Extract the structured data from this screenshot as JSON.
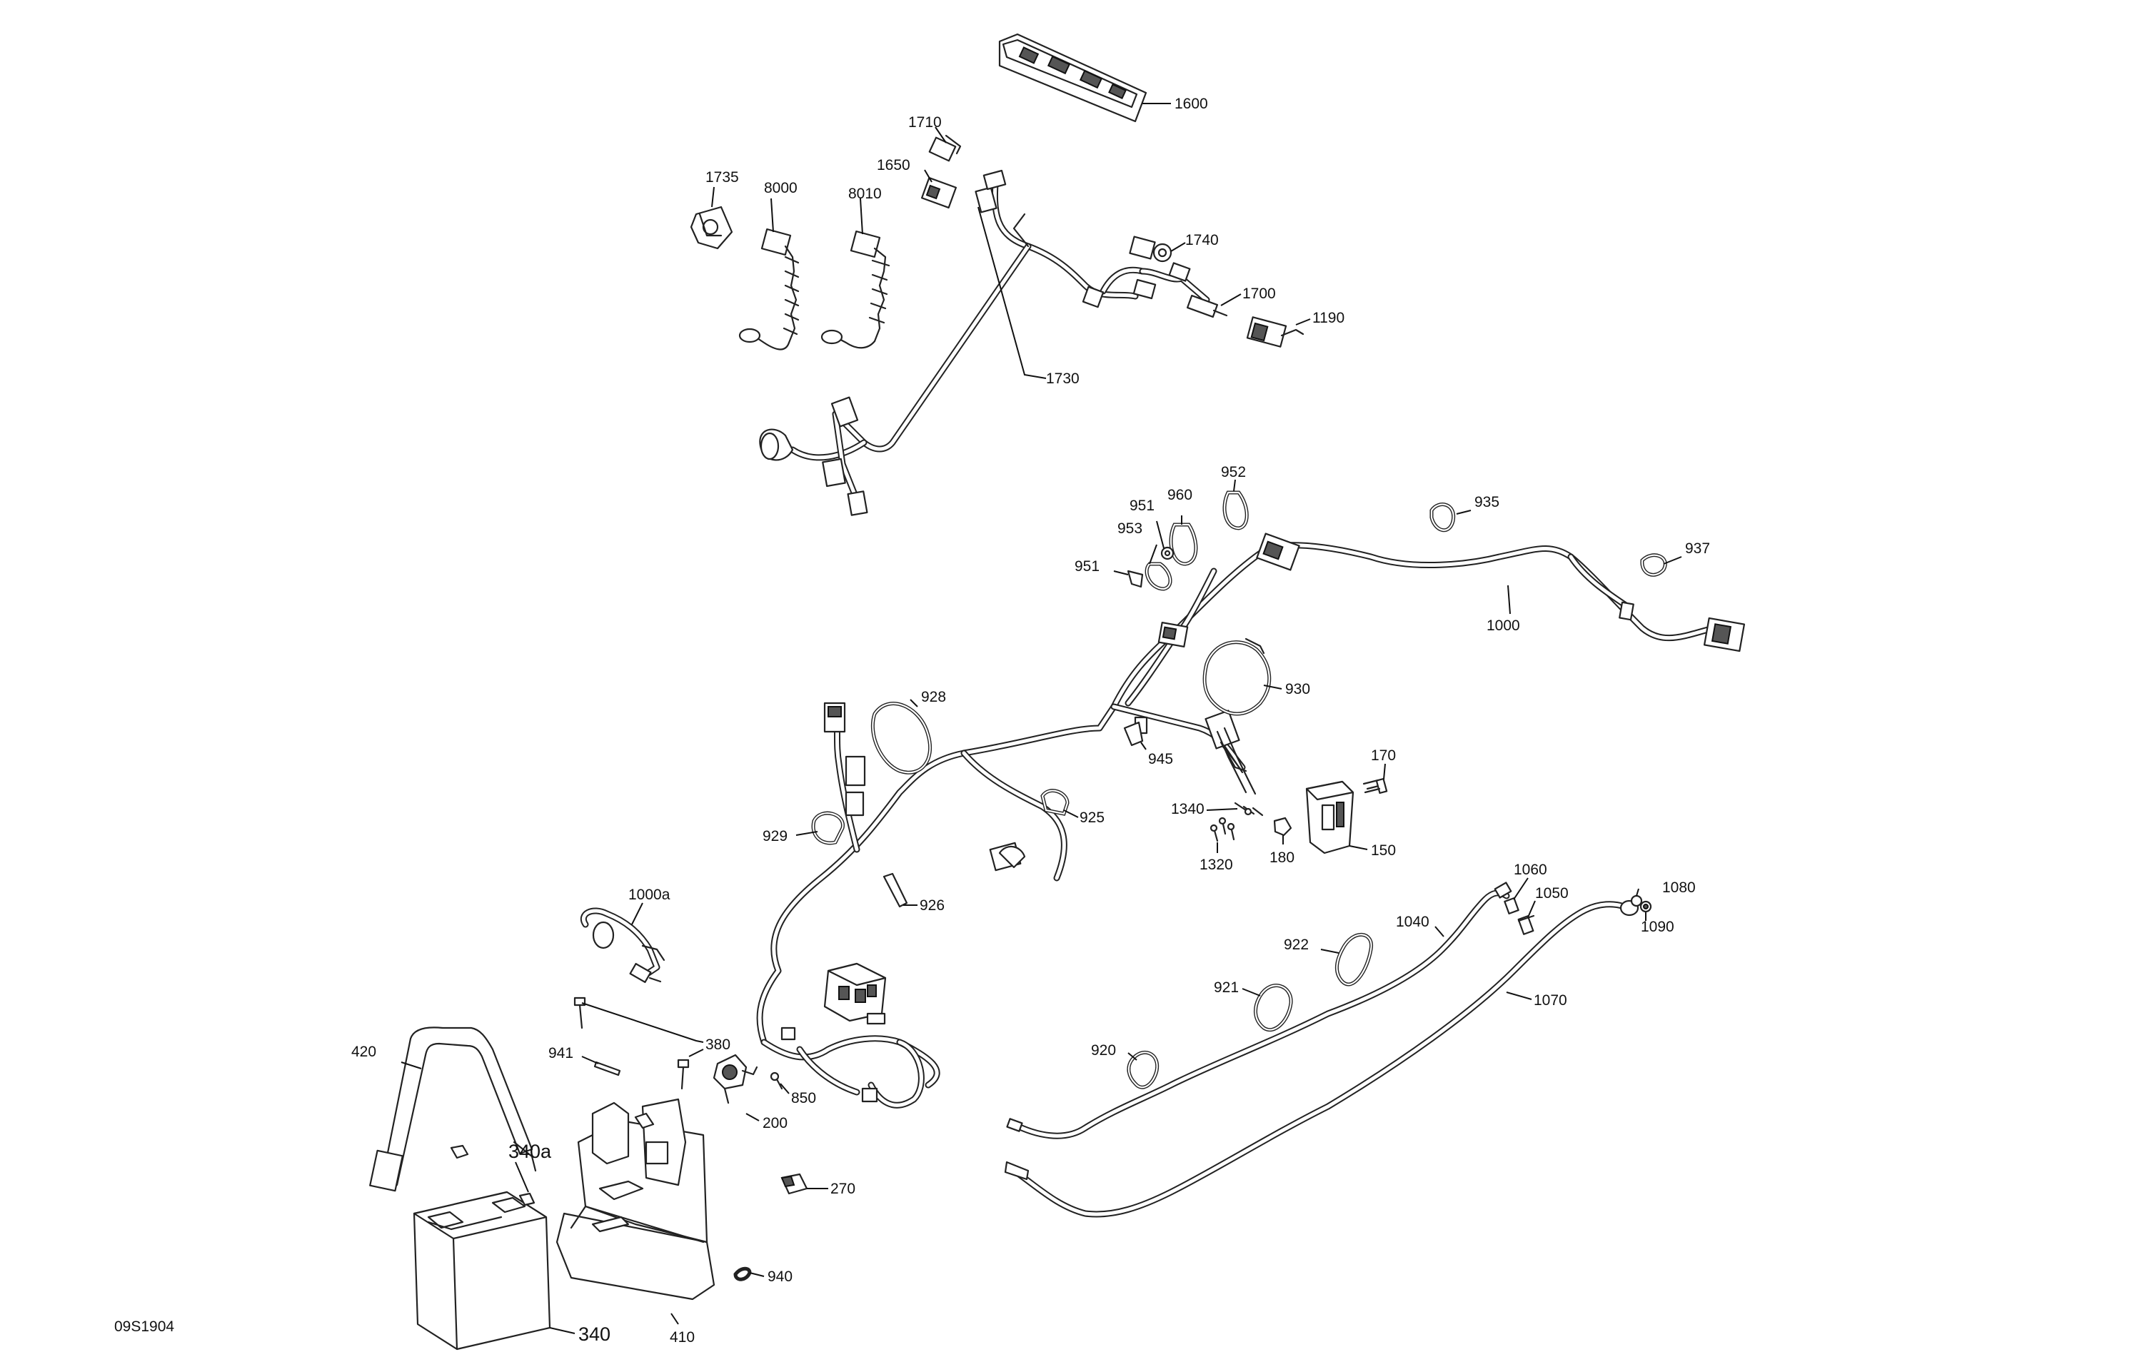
{
  "diagram": {
    "reference_code": "09S1904",
    "callouts": {
      "c1600": "1600",
      "c1710": "1710",
      "c1650": "1650",
      "c1735": "1735",
      "c8000": "8000",
      "c8010": "8010",
      "c1740": "1740",
      "c1700": "1700",
      "c1190": "1190",
      "c1730": "1730",
      "c952": "952",
      "c951a": "951",
      "c960": "960",
      "c953": "953",
      "c951b": "951",
      "c935": "935",
      "c937": "937",
      "c1000": "1000",
      "c928": "928",
      "c930": "930",
      "c945": "945",
      "c170": "170",
      "c1340": "1340",
      "c1320": "1320",
      "c180": "180",
      "c150": "150",
      "c925": "925",
      "c929": "929",
      "c926": "926",
      "c1000a": "1000a",
      "c1060": "1060",
      "c1050": "1050",
      "c1080": "1080",
      "c1090": "1090",
      "c1040": "1040",
      "c922": "922",
      "c921": "921",
      "c1070": "1070",
      "c920": "920",
      "c380": "380",
      "c420": "420",
      "c941": "941",
      "c850": "850",
      "c200": "200",
      "c340a": "340a",
      "c270": "270",
      "c410": "410",
      "c940": "940",
      "c340": "340"
    }
  }
}
